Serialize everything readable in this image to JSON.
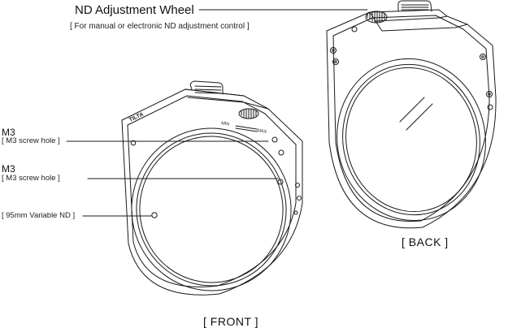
{
  "callouts": {
    "wheel": {
      "title": "ND Adjustment Wheel",
      "desc": "[ For manual or electronic ND adjustment control ]"
    },
    "screw_top": {
      "title": "M3",
      "desc": "[ M3 screw hole ]"
    },
    "screw_bottom": {
      "title": "M3",
      "desc": "[ M3 screw hole ]"
    },
    "filter": {
      "desc": "[ 95mm Variable ND ]"
    }
  },
  "views": {
    "front": "[ FRONT ]",
    "back": "[ BACK ]"
  },
  "engraving": {
    "brand": "TILTA",
    "min": "MIN",
    "max": "MAX"
  },
  "icons": [
    "adjustment-wheel-icon",
    "mounting-tab-icon",
    "screw-hole-icon",
    "glass-reflection-icon"
  ],
  "colors": {
    "line": "#1a1a1a",
    "background": "#ffffff"
  }
}
